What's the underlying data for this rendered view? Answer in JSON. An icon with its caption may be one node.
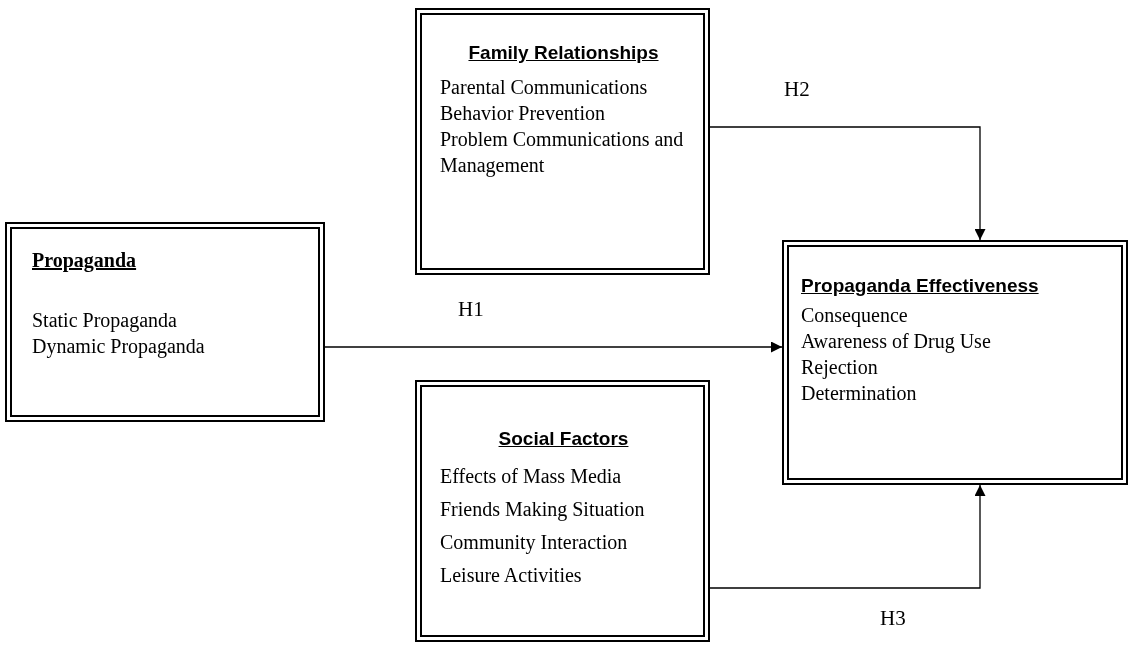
{
  "diagram": {
    "nodes": [
      {
        "text": [
          "Family Relationships",
          "Parental Communications",
          "Behavior Prevention",
          "Problem Communications and Management"
        ]
      },
      {
        "text": [
          "Propaganda",
          "Static Propaganda",
          "Dynamic Propaganda"
        ]
      },
      {
        "text": [
          "Propaganda Effectiveness",
          "Consequence",
          "Awareness of Drug Use",
          "Rejection",
          "Determination"
        ]
      },
      {
        "text": [
          "Social Factors",
          "Effects of Mass Media",
          "Friends Making Situation",
          "Community Interaction",
          "Leisure Activities"
        ]
      }
    ],
    "edges": [
      {
        "from": 0,
        "to": 2,
        "arrow": "to",
        "label": "H2"
      },
      {
        "from": 1,
        "to": 2,
        "arrow": "to",
        "label": "H1"
      },
      {
        "from": 3,
        "to": 2,
        "arrow": "to",
        "label": "H3"
      }
    ]
  }
}
